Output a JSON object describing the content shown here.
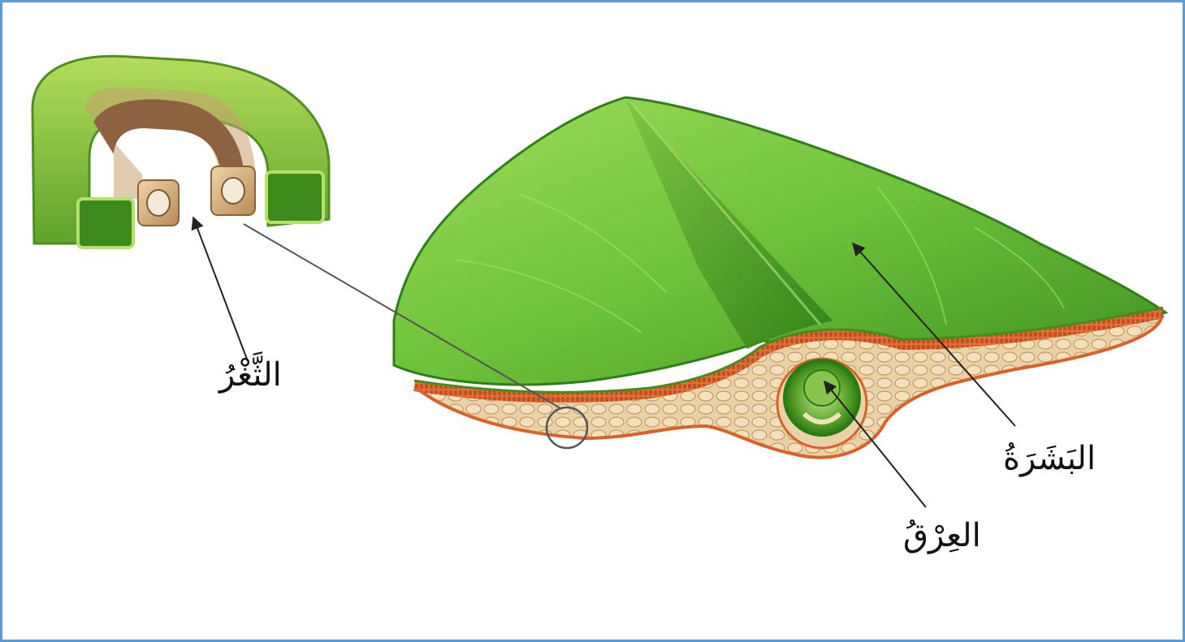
{
  "labels": {
    "stoma": "الثَّغْرُ",
    "epidermis": "البَشَرَةُ",
    "vein": "العِرْقُ"
  },
  "colors": {
    "frame_border": "#5b9bd5",
    "leaf_green": "#6cc23a",
    "leaf_dark": "#3f8f1f",
    "epidermis_orange": "#d9622b",
    "mesophyll_tan": "#ead2a8",
    "guard_cell": "#d9b98a",
    "pointer_line": "#222222"
  }
}
